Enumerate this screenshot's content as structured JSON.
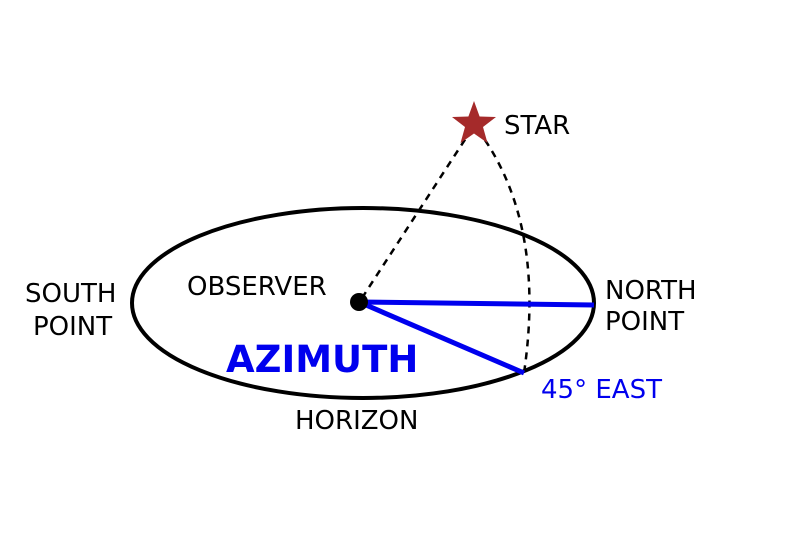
{
  "labels": {
    "star": "STAR",
    "south_line1": "SOUTH",
    "south_line2": "POINT",
    "observer": "OBSERVER",
    "north_line1": "NORTH",
    "north_line2": "POINT",
    "azimuth": "AZIMUTH",
    "azimuth_value": "45° EAST",
    "horizon": "HORIZON"
  },
  "colors": {
    "star": "#a52a2a",
    "azimuth": "#0000ee",
    "outline": "#000000"
  }
}
